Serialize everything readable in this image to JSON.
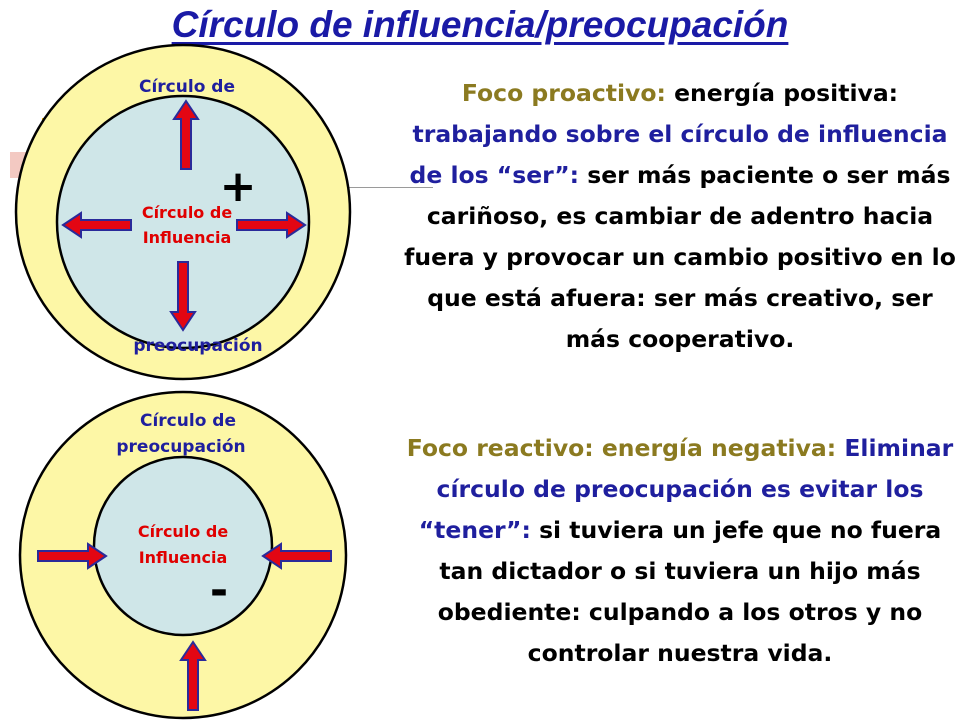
{
  "colors": {
    "title": "#1a1aa6",
    "olive": "#8b7a20",
    "blue": "#1f1f9e",
    "black": "#000000",
    "red_label": "#e00000",
    "outer_fill": "#fdf7a6",
    "inner_fill": "#cfe6e8",
    "arrow": "#e30613",
    "arrow_stroke": "#2a2a9a"
  },
  "title": "Círculo de influencia/preocupación",
  "diagram_top": {
    "outer_label_top": "Círculo de",
    "outer_label_bottom": "preocupación",
    "inner_label_line1": "Círculo de",
    "inner_label_line2": "Influencia",
    "sign": "+"
  },
  "diagram_bottom": {
    "outer_label_line1": "Círculo de",
    "outer_label_line2": "preocupación",
    "inner_label_line1": "Círculo de",
    "inner_label_line2": "Influencia",
    "sign": "-"
  },
  "proactive": [
    {
      "text": "Foco proactivo:",
      "color": "olive"
    },
    {
      "text": " energía positiva: ",
      "color": "black"
    },
    {
      "text": "trabajando sobre el círculo de influencia de los “ser”:",
      "color": "blue"
    },
    {
      "text": " ser más paciente o ser más cariñoso, es cambiar de adentro hacia fuera y provocar un cambio positivo en lo que está afuera: ser más creativo, ser más cooperativo.",
      "color": "black"
    }
  ],
  "reactive": [
    {
      "text": "Foco reactivo: energía negativa: ",
      "color": "olive"
    },
    {
      "text": "Eliminar círculo de preocupación es evitar los “tener”:",
      "color": "blue"
    },
    {
      "text": " si tuviera un jefe que no fuera tan dictador o si tuviera un hijo más obediente: culpando a los otros y no controlar nuestra vida.",
      "color": "black"
    }
  ]
}
